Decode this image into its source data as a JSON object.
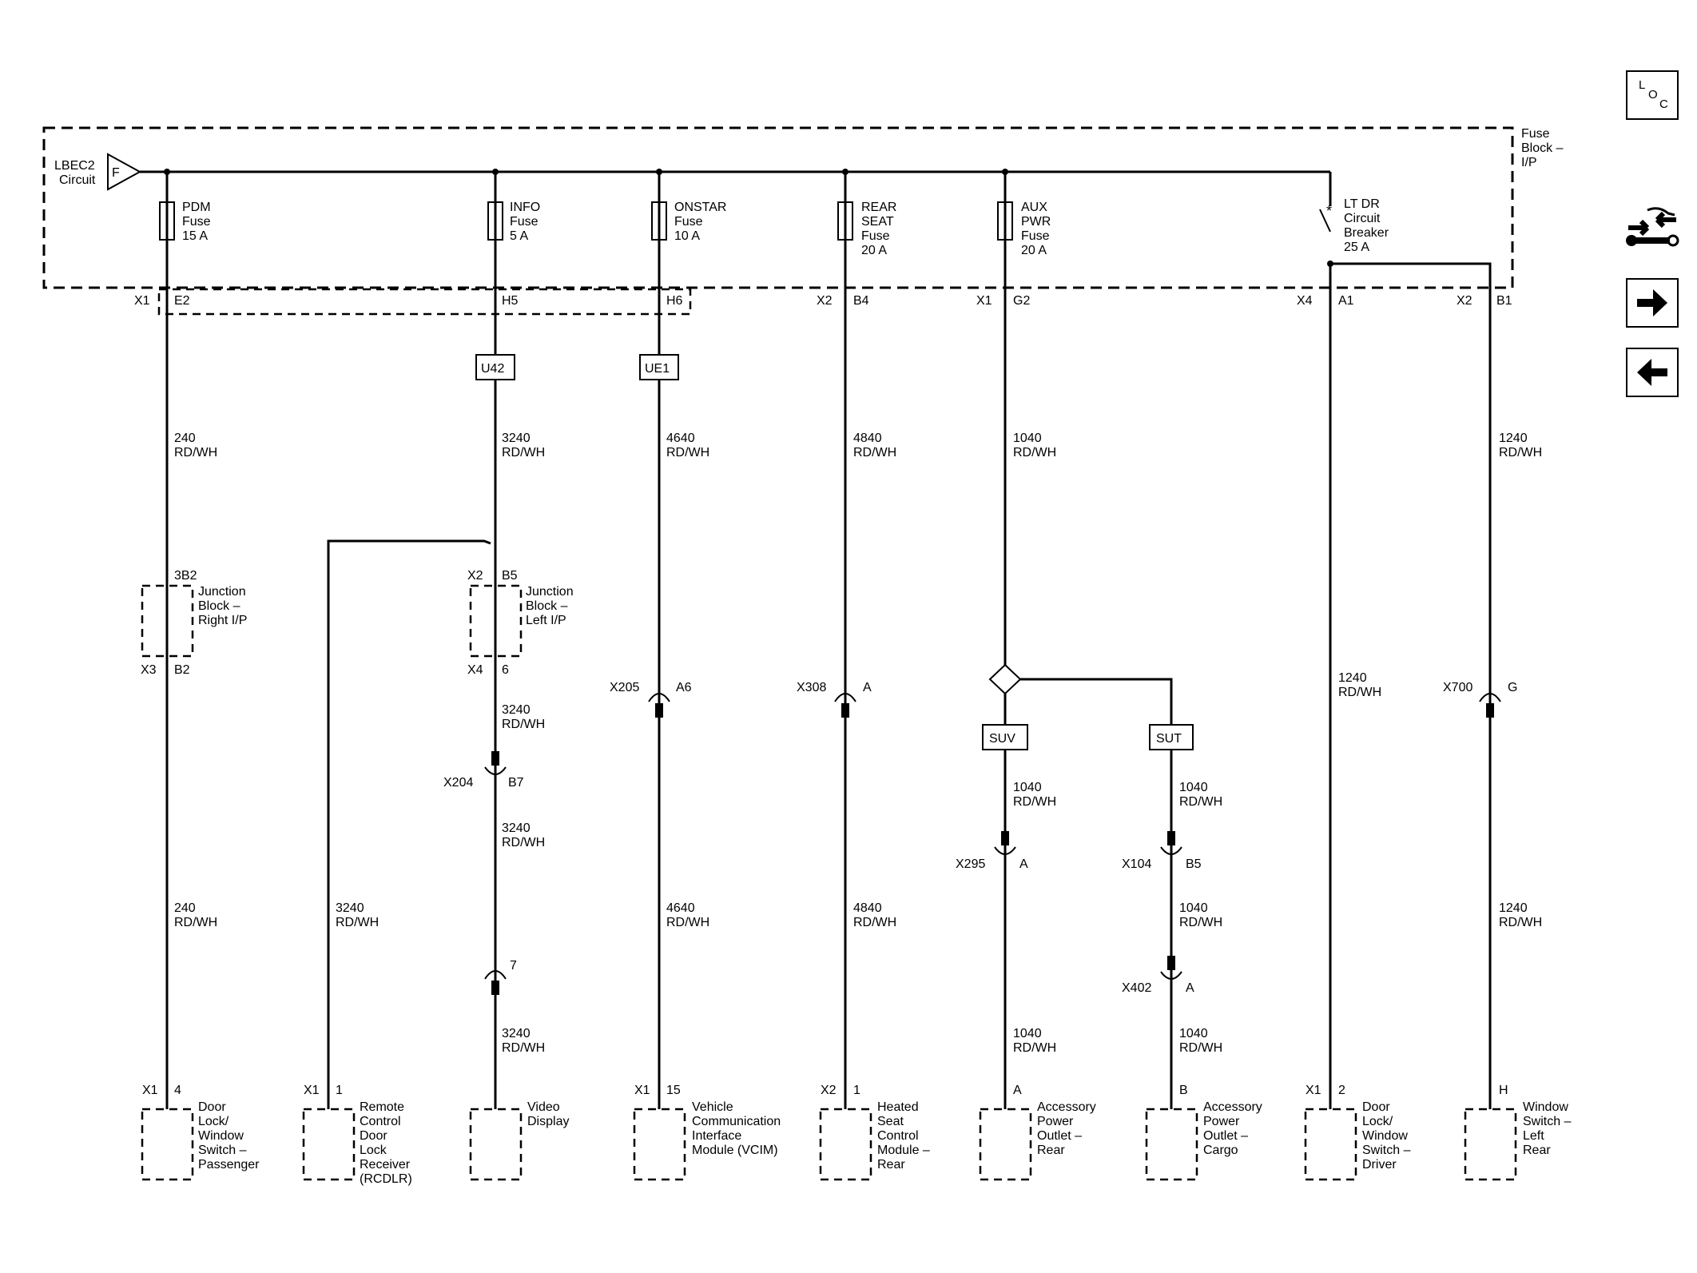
{
  "nav": {
    "loc_l": "L",
    "loc_o": "O",
    "loc_c": "C",
    "schematic_icon": "wrench-arrows-icon",
    "next_icon": "arrow-right-icon",
    "prev_icon": "arrow-left-icon"
  },
  "fuse_block": {
    "label_1": "Fuse",
    "label_2": "Block –",
    "label_3": "I/P",
    "source_1": "LBEC2",
    "source_2": "Circuit",
    "source_tag": "F"
  },
  "fuses": [
    {
      "l1": "PDM",
      "l2": "Fuse",
      "l3": "15 A",
      "l4": ""
    },
    {
      "l1": "INFO",
      "l2": "Fuse",
      "l3": "5 A",
      "l4": ""
    },
    {
      "l1": "ONSTAR",
      "l2": "Fuse",
      "l3": "10 A",
      "l4": ""
    },
    {
      "l1": "REAR",
      "l2": "SEAT",
      "l3": "Fuse",
      "l4": "20 A"
    },
    {
      "l1": "AUX",
      "l2": "PWR",
      "l3": "Fuse",
      "l4": "20 A"
    },
    {
      "l1": "LT DR",
      "l2": "Circuit",
      "l3": "Breaker",
      "l4": "25 A"
    }
  ],
  "top_pins": [
    {
      "conn": "X1",
      "pin": "E2"
    },
    {
      "conn": "",
      "pin": "H5"
    },
    {
      "conn": "",
      "pin": "H6"
    },
    {
      "conn": "X2",
      "pin": "B4"
    },
    {
      "conn": "X1",
      "pin": "G2"
    },
    {
      "conn": "X4",
      "pin": "A1"
    },
    {
      "conn": "X2",
      "pin": "B1"
    }
  ],
  "options": [
    "U42",
    "UE1",
    "SUV",
    "SUT"
  ],
  "wires": {
    "w240a": {
      "num": "240",
      "color": "RD/WH"
    },
    "w240b": {
      "num": "240",
      "color": "RD/WH"
    },
    "w3240a": {
      "num": "3240",
      "color": "RD/WH"
    },
    "w3240b": {
      "num": "3240",
      "color": "RD/WH"
    },
    "w3240c": {
      "num": "3240",
      "color": "RD/WH"
    },
    "w3240d": {
      "num": "3240",
      "color": "RD/WH"
    },
    "w3240e": {
      "num": "3240",
      "color": "RD/WH"
    },
    "w4640a": {
      "num": "4640",
      "color": "RD/WH"
    },
    "w4640b": {
      "num": "4640",
      "color": "RD/WH"
    },
    "w4840a": {
      "num": "4840",
      "color": "RD/WH"
    },
    "w4840b": {
      "num": "4840",
      "color": "RD/WH"
    },
    "w1040a": {
      "num": "1040",
      "color": "RD/WH"
    },
    "w1040b": {
      "num": "1040",
      "color": "RD/WH"
    },
    "w1040c": {
      "num": "1040",
      "color": "RD/WH"
    },
    "w1040d": {
      "num": "1040",
      "color": "RD/WH"
    },
    "w1040e": {
      "num": "1040",
      "color": "RD/WH"
    },
    "w1040f": {
      "num": "1040",
      "color": "RD/WH"
    },
    "w1240a": {
      "num": "1240",
      "color": "RD/WH"
    },
    "w1240b": {
      "num": "1240",
      "color": "RD/WH"
    },
    "w1240c": {
      "num": "1240",
      "color": "RD/WH"
    }
  },
  "junctions": {
    "right": {
      "top_pin": "3B2",
      "l1": "Junction",
      "l2": "Block –",
      "l3": "Right I/P",
      "bot_conn": "X3",
      "bot_pin": "B2"
    },
    "left": {
      "top_conn": "X2",
      "top_pin": "B5",
      "l1": "Junction",
      "l2": "Block –",
      "l3": "Left I/P",
      "bot_conn": "X4",
      "bot_pin": "6"
    }
  },
  "inline": {
    "x205": {
      "conn": "X205",
      "pin": "A6"
    },
    "x308": {
      "conn": "X308",
      "pin": "A"
    },
    "x700": {
      "conn": "X700",
      "pin": "G"
    },
    "x204": {
      "conn": "X204",
      "pin": "B7"
    },
    "x295": {
      "conn": "X295",
      "pin": "A"
    },
    "x104": {
      "conn": "X104",
      "pin": "B5"
    },
    "x402": {
      "conn": "X402",
      "pin": "A"
    },
    "p7": {
      "pin": "7"
    }
  },
  "components": [
    {
      "conn": "X1",
      "pin": "4",
      "l1": "Door",
      "l2": "Lock/",
      "l3": "Window",
      "l4": "Switch –",
      "l5": "Passenger"
    },
    {
      "conn": "X1",
      "pin": "1",
      "l1": "Remote",
      "l2": "Control",
      "l3": "Door",
      "l4": "Lock",
      "l5": "Receiver",
      "l6": "(RCDLR)"
    },
    {
      "conn": "",
      "pin": "",
      "l1": "Video",
      "l2": "Display"
    },
    {
      "conn": "X1",
      "pin": "15",
      "l1": "Vehicle",
      "l2": "Communication",
      "l3": "Interface",
      "l4": "Module (VCIM)"
    },
    {
      "conn": "X2",
      "pin": "1",
      "l1": "Heated",
      "l2": "Seat",
      "l3": "Control",
      "l4": "Module –",
      "l5": "Rear"
    },
    {
      "conn": "",
      "pin": "A",
      "l1": "Accessory",
      "l2": "Power",
      "l3": "Outlet –",
      "l4": "Rear"
    },
    {
      "conn": "",
      "pin": "B",
      "l1": "Accessory",
      "l2": "Power",
      "l3": "Outlet –",
      "l4": "Cargo"
    },
    {
      "conn": "X1",
      "pin": "2",
      "l1": "Door",
      "l2": "Lock/",
      "l3": "Window",
      "l4": "Switch –",
      "l5": "Driver"
    },
    {
      "conn": "",
      "pin": "H",
      "l1": "Window",
      "l2": "Switch –",
      "l3": "Left",
      "l4": "Rear"
    }
  ]
}
